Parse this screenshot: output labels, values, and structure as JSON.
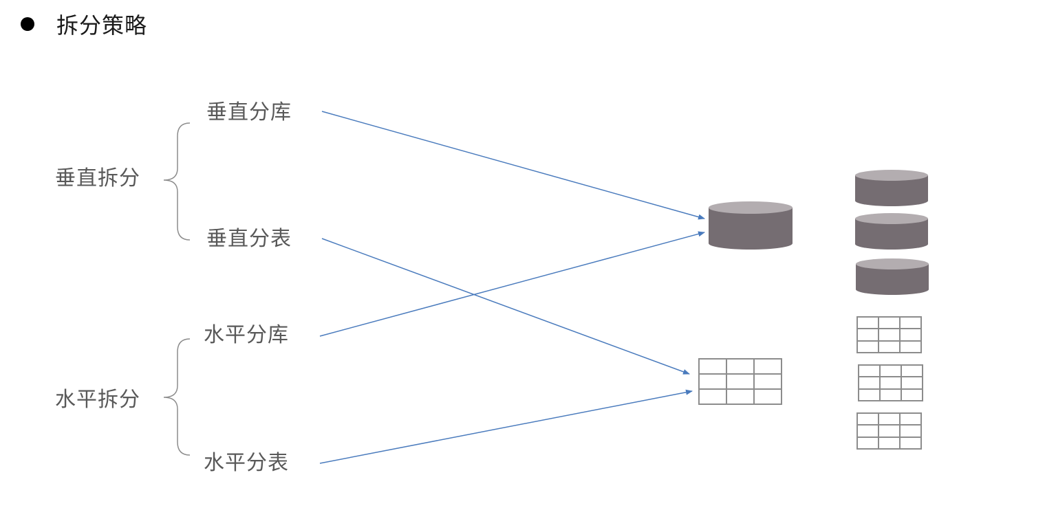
{
  "heading": {
    "title": "拆分策略"
  },
  "categories": {
    "vertical": {
      "label": "垂直拆分",
      "children": [
        "垂直分库",
        "垂直分表"
      ]
    },
    "horizontal": {
      "label": "水平拆分",
      "children": [
        "水平分库",
        "水平分表"
      ]
    }
  },
  "icons": {
    "single_database": "database-icon",
    "single_table": "table-icon",
    "sharded_databases": "database-stack-icon",
    "sharded_tables": "table-stack-icon"
  },
  "colors": {
    "arrow": "#4a7bbd",
    "bracket": "#8c8c8c",
    "database_body": "#756d72",
    "database_top": "#b3adb0",
    "table_grid": "#8c8c8c"
  }
}
